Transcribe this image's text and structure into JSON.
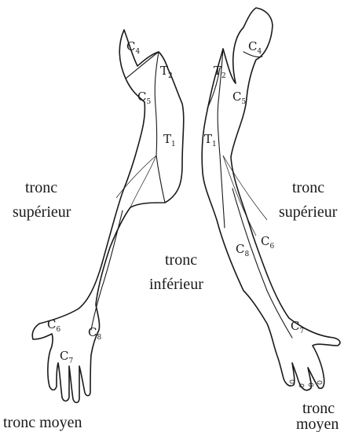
{
  "labels": {
    "left_arm": {
      "c4": {
        "base": "C",
        "sub": "4"
      },
      "t2": {
        "base": "T",
        "sub": "2"
      },
      "c5": {
        "base": "C",
        "sub": "5"
      },
      "t1": {
        "base": "T",
        "sub": "1"
      },
      "c6": {
        "base": "C",
        "sub": "6"
      },
      "c8": {
        "base": "C",
        "sub": "8"
      },
      "c7": {
        "base": "C",
        "sub": "7"
      }
    },
    "right_arm": {
      "c4": {
        "base": "C",
        "sub": "4"
      },
      "t2": {
        "base": "T",
        "sub": "2"
      },
      "c5": {
        "base": "C",
        "sub": "5"
      },
      "t1": {
        "base": "T",
        "sub": "1"
      },
      "c6": {
        "base": "C",
        "sub": "6"
      },
      "c8": {
        "base": "C",
        "sub": "8"
      },
      "c7": {
        "base": "C",
        "sub": "7"
      }
    }
  },
  "regions": {
    "upper_trunk_left": {
      "line1": "tronc",
      "line2": "supérieur"
    },
    "upper_trunk_right": {
      "line1": "tronc",
      "line2": "supérieur"
    },
    "lower_trunk": {
      "line1": "tronc",
      "line2": "inférieur"
    },
    "middle_trunk_left": {
      "line1": "tronc moyen"
    },
    "middle_trunk_right": {
      "line1": "tronc",
      "line2": "moyen"
    }
  }
}
